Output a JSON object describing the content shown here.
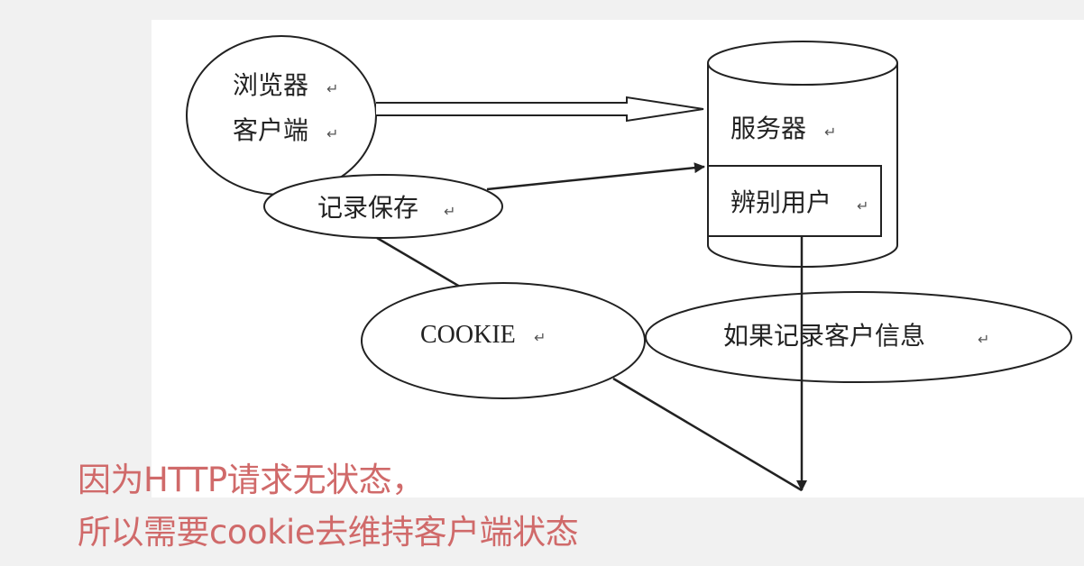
{
  "diagram": {
    "nodes": {
      "browser": {
        "line1": "浏览器",
        "line2": "客户端"
      },
      "server": {
        "label": "服务器"
      },
      "identify": {
        "label": "辨别用户"
      },
      "save": {
        "label": "记录保存"
      },
      "cookie": {
        "label": "COOKIE"
      },
      "if_record": {
        "label": "如果记录客户信息"
      }
    },
    "return_mark": "↵"
  },
  "caption": {
    "line1": "因为HTTP请求无状态，",
    "line2": "所以需要cookie去维持客户端状态"
  },
  "colors": {
    "background": "#f1f1f1",
    "panel": "#ffffff",
    "stroke": "#222222",
    "caption": "#d06a6a"
  }
}
